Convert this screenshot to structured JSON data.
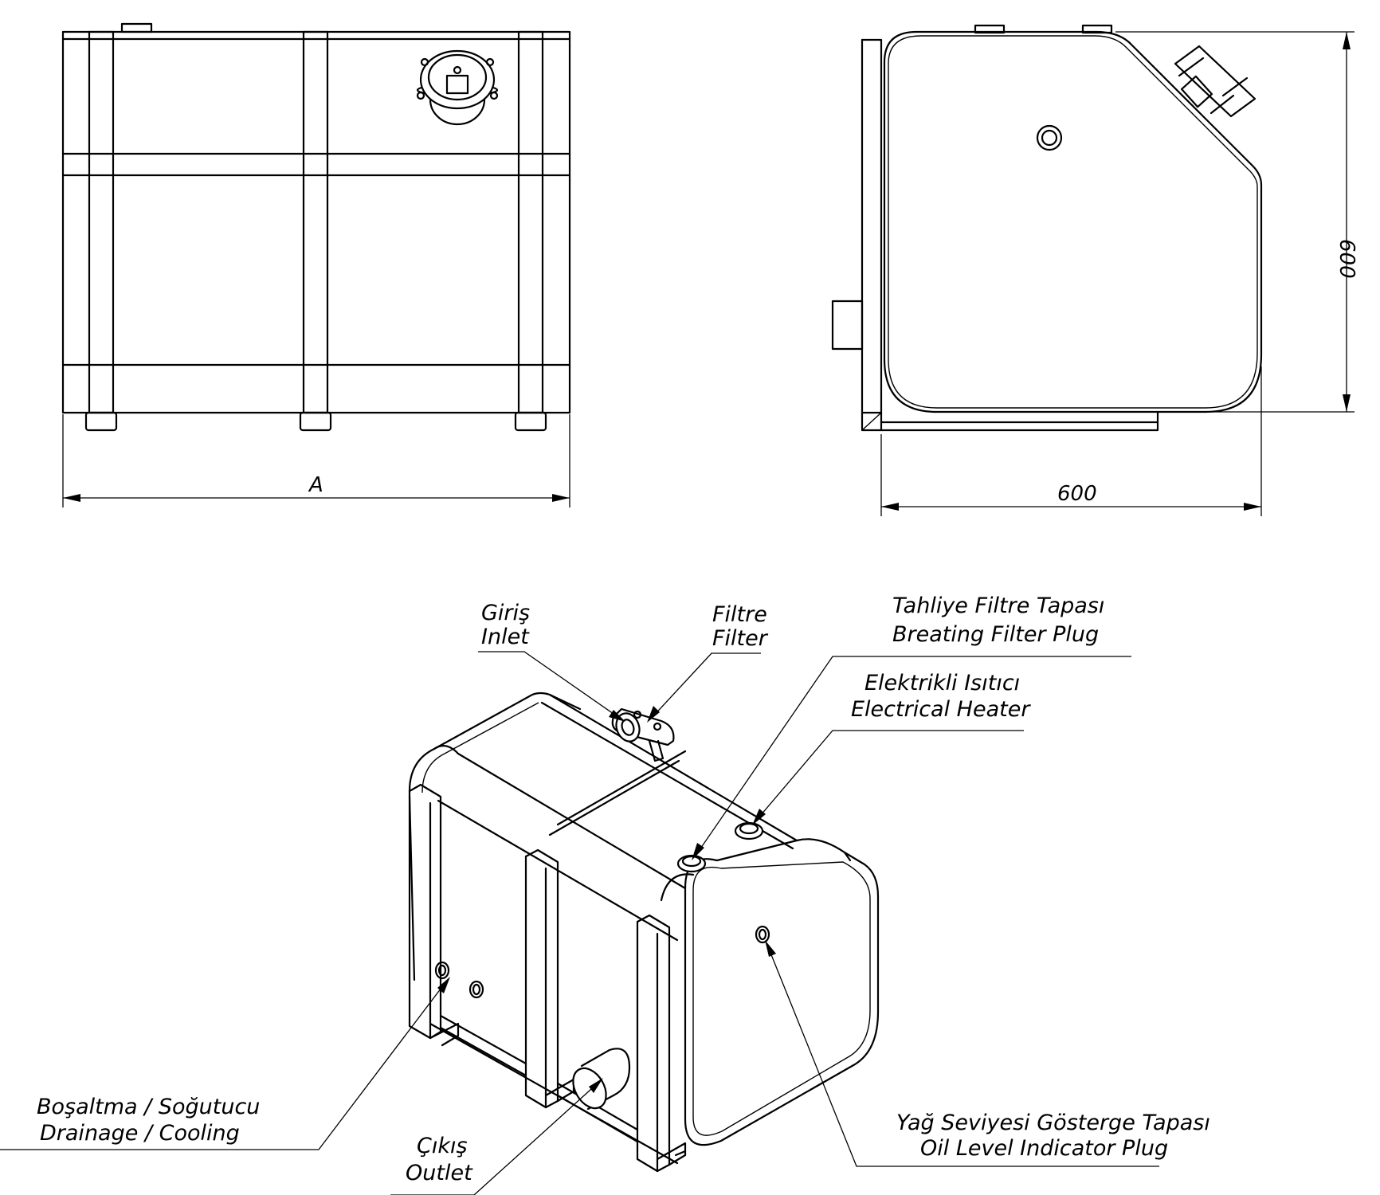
{
  "dimensions": {
    "front_width": "A",
    "side_width": "600",
    "side_height": "600"
  },
  "callouts": {
    "inlet": {
      "tr": "Giriş",
      "en": "Inlet"
    },
    "filter": {
      "tr": "Filtre",
      "en": "Filter"
    },
    "breathing": {
      "tr": "Tahliye Filtre Tapası",
      "en": "Breating Filter Plug"
    },
    "heater": {
      "tr": "Elektrikli Isıtıcı",
      "en": "Electrical Heater"
    },
    "drain": {
      "tr": "Boşaltma / Soğutucu",
      "en": "Drainage / Cooling"
    },
    "outlet": {
      "tr": "Çıkış",
      "en": "Outlet"
    },
    "oil_level": {
      "tr": "Yağ Seviyesi Gösterge Tapası",
      "en": "Oil Level Indicator Plug"
    }
  }
}
